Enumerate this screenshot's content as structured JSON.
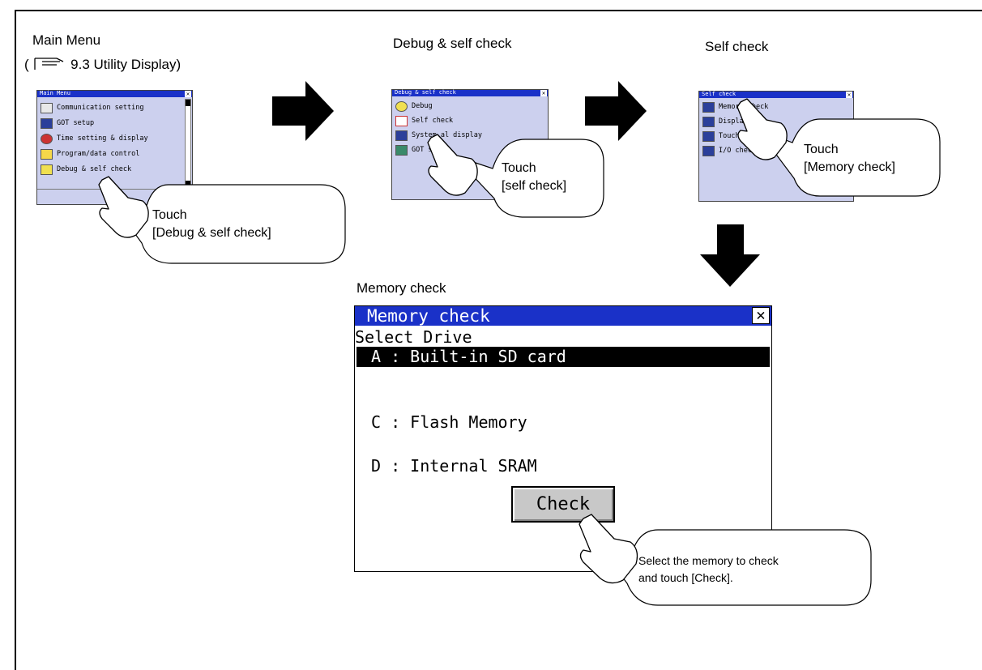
{
  "captions": {
    "main_menu": "Main Menu",
    "ref_prefix": "(",
    "ref_text": "9.3 Utility Display)",
    "debug": "Debug & self check",
    "self_check": "Self check",
    "memory_check": "Memory check"
  },
  "main_menu_screen": {
    "title": "Main Menu",
    "close": "✕",
    "items": [
      {
        "label": "Communication setting",
        "icon": "communication-icon"
      },
      {
        "label": "GOT setup",
        "icon": "got-setup-icon"
      },
      {
        "label": "Time setting & display",
        "icon": "clock-icon"
      },
      {
        "label": "Program/data control",
        "icon": "folder-icon"
      },
      {
        "label": "Debug & self check",
        "icon": "debug-icon"
      }
    ]
  },
  "debug_screen": {
    "title": "Debug & self check",
    "close": "✕",
    "items": [
      {
        "label": "Debug",
        "icon": "debug-icon"
      },
      {
        "label": "Self check",
        "icon": "self-check-icon"
      },
      {
        "label": "System al    display",
        "icon": "system-alarm-icon"
      },
      {
        "label": "GOT start",
        "icon": "got-start-icon"
      }
    ]
  },
  "self_check_screen": {
    "title": "Self check",
    "close": "✕",
    "items": [
      {
        "label": "Memory check",
        "icon": "memory-icon"
      },
      {
        "label": "Display",
        "icon": "display-icon"
      },
      {
        "label": "Touch pan",
        "icon": "touch-panel-icon"
      },
      {
        "label": "I/O check",
        "icon": "io-icon"
      }
    ]
  },
  "memory_check_screen": {
    "title": "Memory check",
    "close": "✕",
    "select_label": "Select Drive",
    "drives": [
      {
        "label": "A : Built-in SD card",
        "selected": true
      },
      {
        "label": "C : Flash Memory",
        "selected": false
      },
      {
        "label": "D : Internal SRAM",
        "selected": false
      }
    ],
    "check_button": "Check"
  },
  "callouts": {
    "c1_line1": "Touch",
    "c1_line2": "[Debug & self check]",
    "c2_line1": "Touch",
    "c2_line2": "[self check]",
    "c3_line1": "Touch",
    "c3_line2": "[Memory check]",
    "c4_line1": "Select the memory to check",
    "c4_line2": "and touch [Check]."
  },
  "colors": {
    "titlebar": "#1a31c8",
    "screen_bg": "#ccd0ee",
    "arrow": "#000000"
  }
}
